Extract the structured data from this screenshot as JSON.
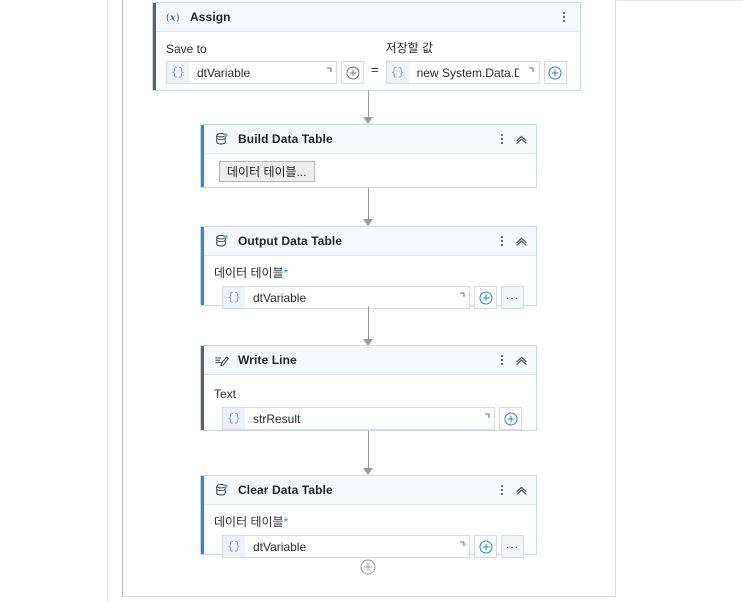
{
  "canvas": {
    "background": "#ffffff",
    "accent_blue": "#1f8ceb",
    "accent_dark": "#5b6168",
    "connector_color": "#9a9a9a",
    "border_color": "#cfd6dd"
  },
  "activities": [
    {
      "id": "assign",
      "title": "Assign",
      "icon": "assign-variable-icon",
      "icon_glyph": "(x)",
      "accent": "dark",
      "collapsible": false,
      "has_chevron": false,
      "menu_icon": "kebab-menu-icon",
      "fields": [
        {
          "label": "Save to",
          "required": false,
          "value": "dtVariable",
          "prefix": "{}",
          "expand_icon": "expand-editor-icon",
          "plus_icon": "add-argument-icon",
          "has_more_button": false
        },
        {
          "label": "저장할 값",
          "required": false,
          "value": "new System.Data.Dat",
          "prefix": "{}",
          "expand_icon": "expand-editor-icon",
          "plus_icon": "add-argument-icon",
          "has_more_button": false
        }
      ],
      "operator": "="
    },
    {
      "id": "build-data-table",
      "title": "Build Data Table",
      "icon": "data-table-icon",
      "accent": "blue",
      "collapsible": true,
      "has_chevron": true,
      "menu_icon": "kebab-menu-icon",
      "button_label": "데이터 테이블..."
    },
    {
      "id": "output-data-table",
      "title": "Output Data Table",
      "icon": "data-table-icon",
      "accent": "blue",
      "collapsible": true,
      "has_chevron": true,
      "menu_icon": "kebab-menu-icon",
      "fields": [
        {
          "label": "데이터 테이블",
          "required": true,
          "required_mark": "*",
          "value": "dtVariable",
          "prefix": "{}",
          "expand_icon": "expand-editor-icon",
          "plus_icon": "add-argument-icon",
          "has_more_button": true,
          "more_label": "..."
        }
      ]
    },
    {
      "id": "write-line",
      "title": "Write Line",
      "icon": "write-line-pencil-icon",
      "accent": "dark",
      "collapsible": true,
      "has_chevron": true,
      "menu_icon": "kebab-menu-icon",
      "fields": [
        {
          "label": "Text",
          "required": false,
          "value": "strResult",
          "prefix": "{}",
          "expand_icon": "expand-editor-icon",
          "plus_icon": "add-argument-icon",
          "has_more_button": false
        }
      ]
    },
    {
      "id": "clear-data-table",
      "title": "Clear Data Table",
      "icon": "data-table-icon",
      "accent": "blue",
      "collapsible": true,
      "has_chevron": true,
      "menu_icon": "kebab-menu-icon",
      "fields": [
        {
          "label": "데이터 테이블",
          "required": true,
          "required_mark": "*",
          "value": "dtVariable",
          "prefix": "{}",
          "expand_icon": "expand-editor-icon",
          "plus_icon": "add-argument-icon",
          "has_more_button": true,
          "more_label": "..."
        }
      ]
    }
  ],
  "footer": {
    "add_activity_icon": "add-activity-icon"
  }
}
